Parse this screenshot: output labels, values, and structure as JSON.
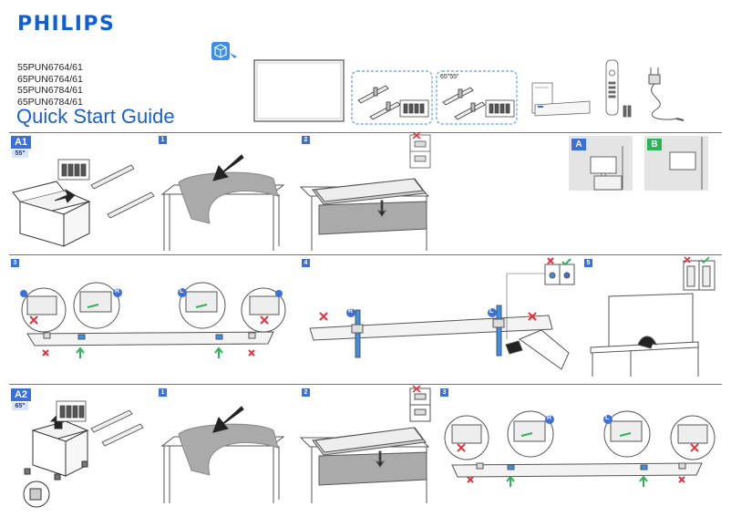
{
  "header": {
    "brand": "PHILIPS",
    "models": [
      "55PUN6764/61",
      "65PUN6764/61",
      "55PUN6784/61",
      "65PUN6784/61"
    ],
    "title": "Quick Start Guide",
    "stand_size_label": "65\"55\""
  },
  "sections": {
    "a1": {
      "label": "A1",
      "size": "55\""
    },
    "a2": {
      "label": "A2",
      "size": "65\""
    },
    "options": {
      "a": "A",
      "b": "B"
    },
    "steps_row1": [
      "1",
      "2"
    ],
    "steps_row2": [
      "3",
      "4",
      "5"
    ],
    "steps_row3": [
      "1",
      "2",
      "3"
    ]
  },
  "markers": {
    "right": "R",
    "left": "L"
  },
  "colors": {
    "accent": "#3c6fd8",
    "option_b": "#2eb35a",
    "ok": "#2eb35a",
    "no": "#e5323b"
  },
  "icons": [
    "tv-icon",
    "stand-icon",
    "screws-icon",
    "remote-icon",
    "power-cord-icon",
    "manual-icon",
    "box-icon",
    "cross-icon",
    "check-icon",
    "arrow-up-icon"
  ]
}
